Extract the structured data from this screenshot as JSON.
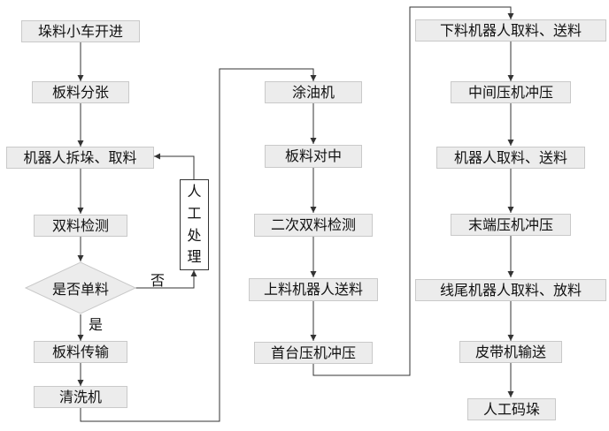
{
  "col1": {
    "pile_cart_advance": "垛料小车开进",
    "sheet_separation": "板料分张",
    "robot_unstack_pick": "机器人拆垛、取料",
    "double_sheet_detection": "双料检测",
    "single_sheet_decision": "是否单料",
    "sheet_conveying": "板料传输",
    "washing_machine": "清洗机"
  },
  "manual_handling": [
    "人",
    "工",
    "处",
    "理"
  ],
  "labels": {
    "no": "否",
    "yes": "是"
  },
  "col2": {
    "oiling_machine": "涂油机",
    "sheet_centering": "板料对中",
    "second_double_sheet_detection": "二次双料检测",
    "loading_robot_feed": "上料机器人送料",
    "first_press": "首台压机冲压"
  },
  "col3": {
    "unloading_robot_pick_feed": "下料机器人取料、送料",
    "middle_press": "中间压机冲压",
    "robot_pick_feed": "机器人取料、送料",
    "last_press": "末端压机冲压",
    "end_robot_pick_place": "线尾机器人取料、放料",
    "belt_conveyor": "皮带机输送",
    "manual_stacking": "人工码垛"
  },
  "colors": {
    "box_fill": "#ececec",
    "box_border": "#c9c9c9",
    "line": "#333333"
  }
}
